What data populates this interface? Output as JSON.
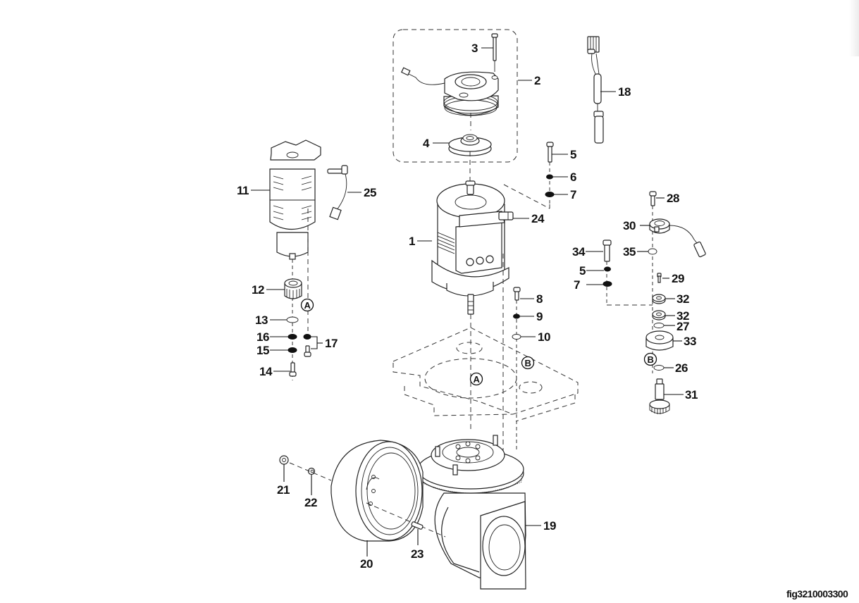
{
  "figure": {
    "id_label": "fig3210003300",
    "type": "exploded parts diagram",
    "subject": "Drive motor, brake, steering motor and drive wheel assembly"
  },
  "callouts": [
    {
      "num": "1",
      "part": "drive-motor"
    },
    {
      "num": "2",
      "part": "brake-assembly"
    },
    {
      "num": "3",
      "part": "brake-bolt"
    },
    {
      "num": "4",
      "part": "brake-disc-hub"
    },
    {
      "num": "5",
      "part": "bolt"
    },
    {
      "num": "6",
      "part": "washer"
    },
    {
      "num": "7",
      "part": "washer"
    },
    {
      "num": "8",
      "part": "bolt"
    },
    {
      "num": "9",
      "part": "washer"
    },
    {
      "num": "10",
      "part": "washer"
    },
    {
      "num": "11",
      "part": "steering-motor"
    },
    {
      "num": "12",
      "part": "pinion-gear"
    },
    {
      "num": "13",
      "part": "washer"
    },
    {
      "num": "14",
      "part": "bolt"
    },
    {
      "num": "15",
      "part": "washer"
    },
    {
      "num": "16",
      "part": "washer"
    },
    {
      "num": "17",
      "part": "bolt-and-washer"
    },
    {
      "num": "18",
      "part": "temperature-sensor"
    },
    {
      "num": "19",
      "part": "drive-unit-gearbox"
    },
    {
      "num": "20",
      "part": "drive-wheel"
    },
    {
      "num": "21",
      "part": "nut"
    },
    {
      "num": "22",
      "part": "washer"
    },
    {
      "num": "23",
      "part": "wheel-stud"
    },
    {
      "num": "24",
      "part": "connector"
    },
    {
      "num": "25",
      "part": "sensor-cable"
    },
    {
      "num": "26",
      "part": "washer"
    },
    {
      "num": "27",
      "part": "washer"
    },
    {
      "num": "28",
      "part": "bolt"
    },
    {
      "num": "29",
      "part": "screw"
    },
    {
      "num": "30",
      "part": "encoder-sensor"
    },
    {
      "num": "31",
      "part": "gear-shaft"
    },
    {
      "num": "32",
      "part": "bearing"
    },
    {
      "num": "33",
      "part": "bearing-housing"
    },
    {
      "num": "34",
      "part": "bolt"
    },
    {
      "num": "35",
      "part": "o-ring"
    }
  ],
  "labels": {
    "c1": "1",
    "c2": "2",
    "c3": "3",
    "c4": "4",
    "c5a": "5",
    "c5b": "5",
    "c6": "6",
    "c7a": "7",
    "c7b": "7",
    "c8": "8",
    "c9": "9",
    "c10": "10",
    "c11": "11",
    "c12": "12",
    "c13": "13",
    "c14": "14",
    "c15": "15",
    "c16": "16",
    "c17": "17",
    "c18": "18",
    "c19": "19",
    "c20": "20",
    "c21": "21",
    "c22": "22",
    "c23": "23",
    "c24": "24",
    "c25": "25",
    "c26": "26",
    "c27": "27",
    "c28": "28",
    "c29": "29",
    "c30": "30",
    "c31": "31",
    "c32a": "32",
    "c32b": "32",
    "c33": "33",
    "c34": "34",
    "c35": "35"
  },
  "reference_markers": {
    "a_steering": "A",
    "a_plate": "A",
    "b_plate": "B",
    "b_shaft": "B"
  }
}
